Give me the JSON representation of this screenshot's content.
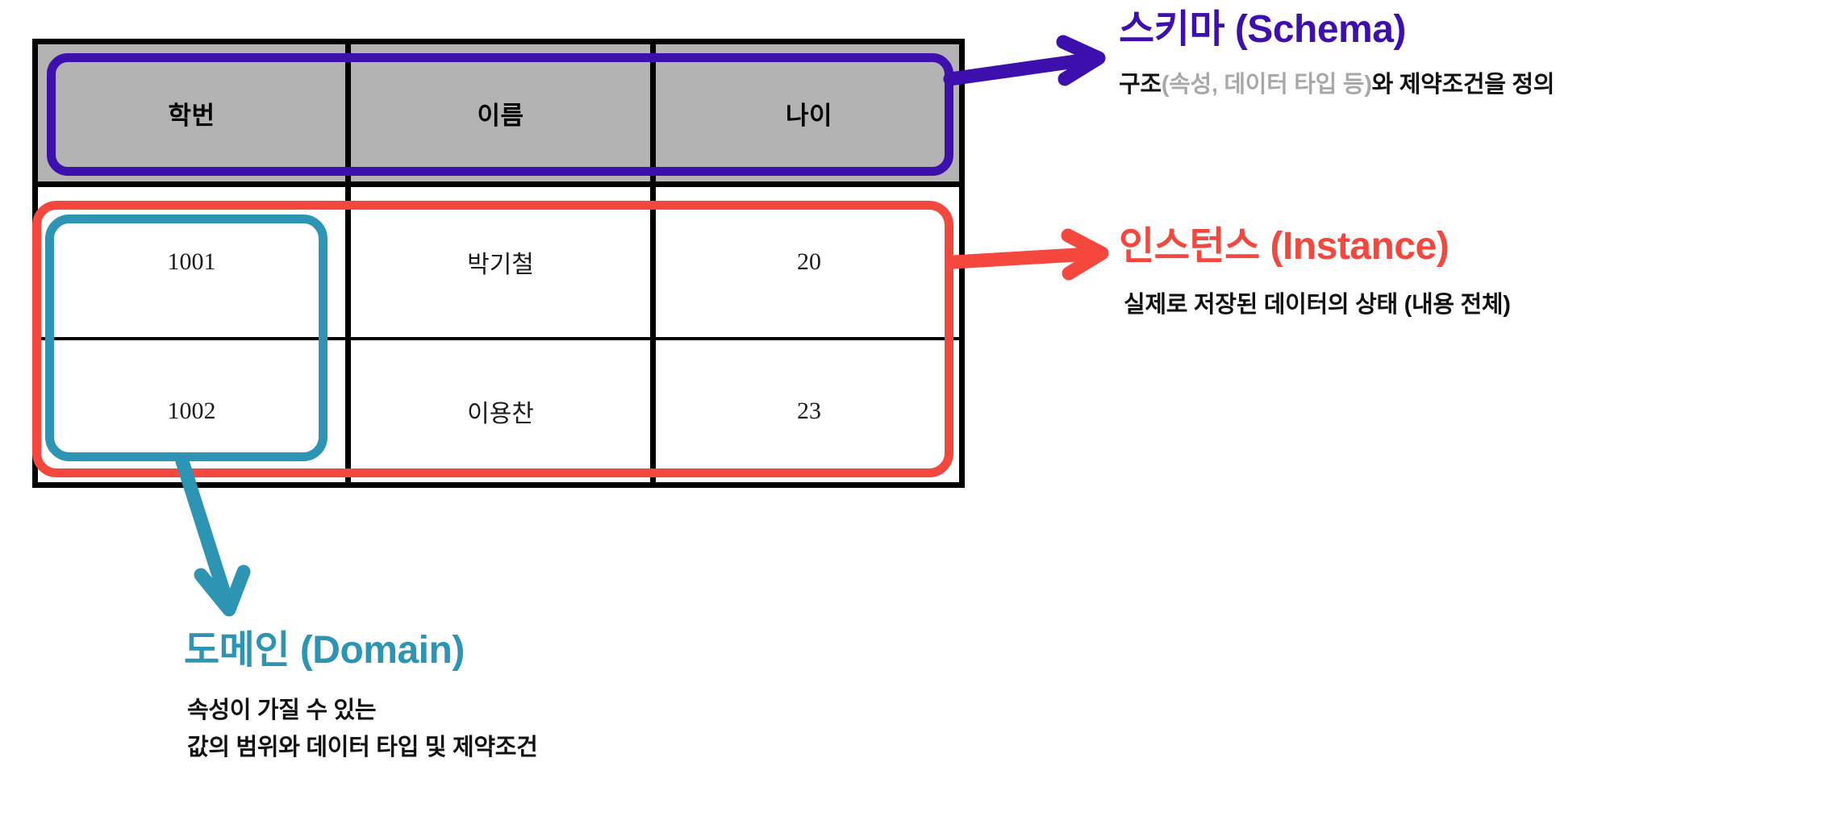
{
  "table": {
    "headers": [
      "학번",
      "이름",
      "나이"
    ],
    "rows": [
      [
        "1001",
        "박기철",
        "20"
      ],
      [
        "1002",
        "이용찬",
        "23"
      ]
    ]
  },
  "annotations": {
    "schema": {
      "title": "스키마 (Schema)",
      "desc_pre": "구조",
      "desc_muted": "(속성, 데이터 타입 등)",
      "desc_post": "와 제약조건을 정의",
      "color": "#3d0fad"
    },
    "instance": {
      "title": "인스턴스 (Instance)",
      "desc": "실제로 저장된 데이터의 상태 (내용 전체)",
      "color": "#f4483f"
    },
    "domain": {
      "title": "도메인 (Domain)",
      "desc_line1": "속성이 가질 수 있는",
      "desc_line2": "값의 범위와 데이터 타입 및 제약조건",
      "color": "#2d94b3"
    }
  },
  "palette": {
    "header_fill": "#b3b3b3",
    "table_border": "#000000",
    "schema_highlight": "#3d0fad",
    "instance_highlight": "#f4483f",
    "domain_highlight": "#2d94b3"
  }
}
